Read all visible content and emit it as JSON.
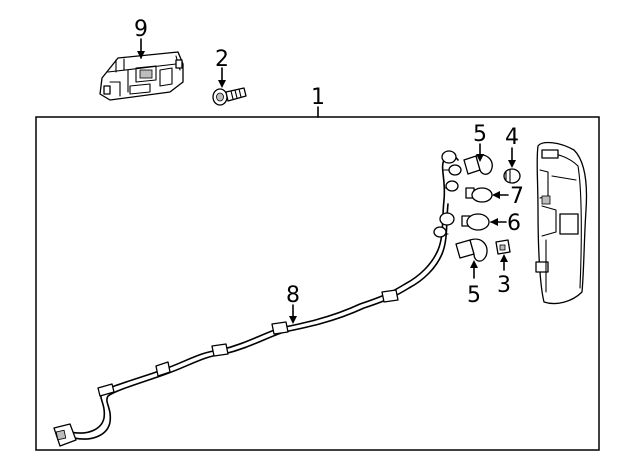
{
  "callouts": {
    "c1": "1",
    "c2": "2",
    "c3": "3",
    "c4": "4",
    "c5a": "5",
    "c5b": "5",
    "c6": "6",
    "c7": "7",
    "c8": "8",
    "c9": "9"
  },
  "icons": {
    "module": "control-module-icon",
    "screw": "screw-icon",
    "bulb_small": "wedge-bulb-icon",
    "bulb_large": "bulb-icon",
    "socket": "bulb-socket-icon",
    "harness": "wiring-harness-icon",
    "connector": "connector-icon",
    "lamp": "tail-lamp-housing-icon"
  }
}
